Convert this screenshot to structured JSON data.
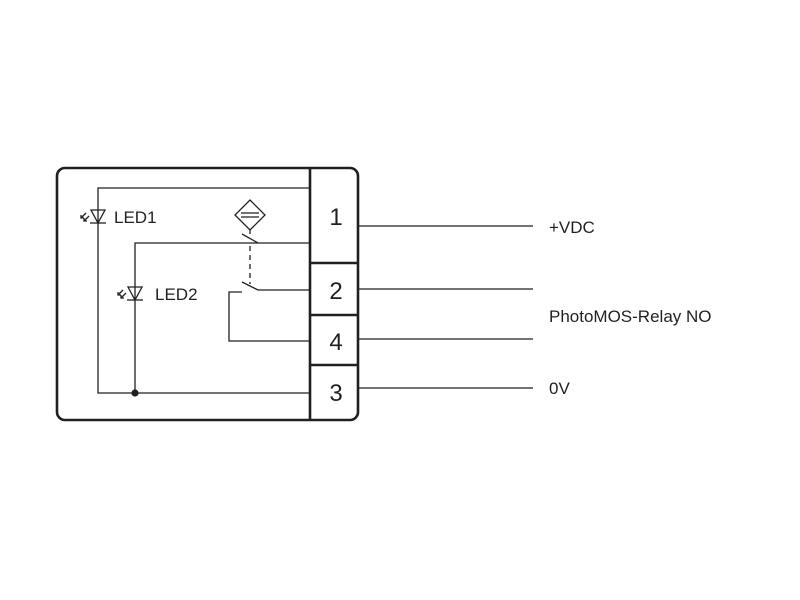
{
  "leds": {
    "led1": "LED1",
    "led2": "LED2"
  },
  "pins": {
    "p1": "1",
    "p2": "2",
    "p4": "4",
    "p3": "3"
  },
  "signals": {
    "vdc": "+VDC",
    "relay": "PhotoMOS-Relay NO",
    "ground": "0V"
  }
}
